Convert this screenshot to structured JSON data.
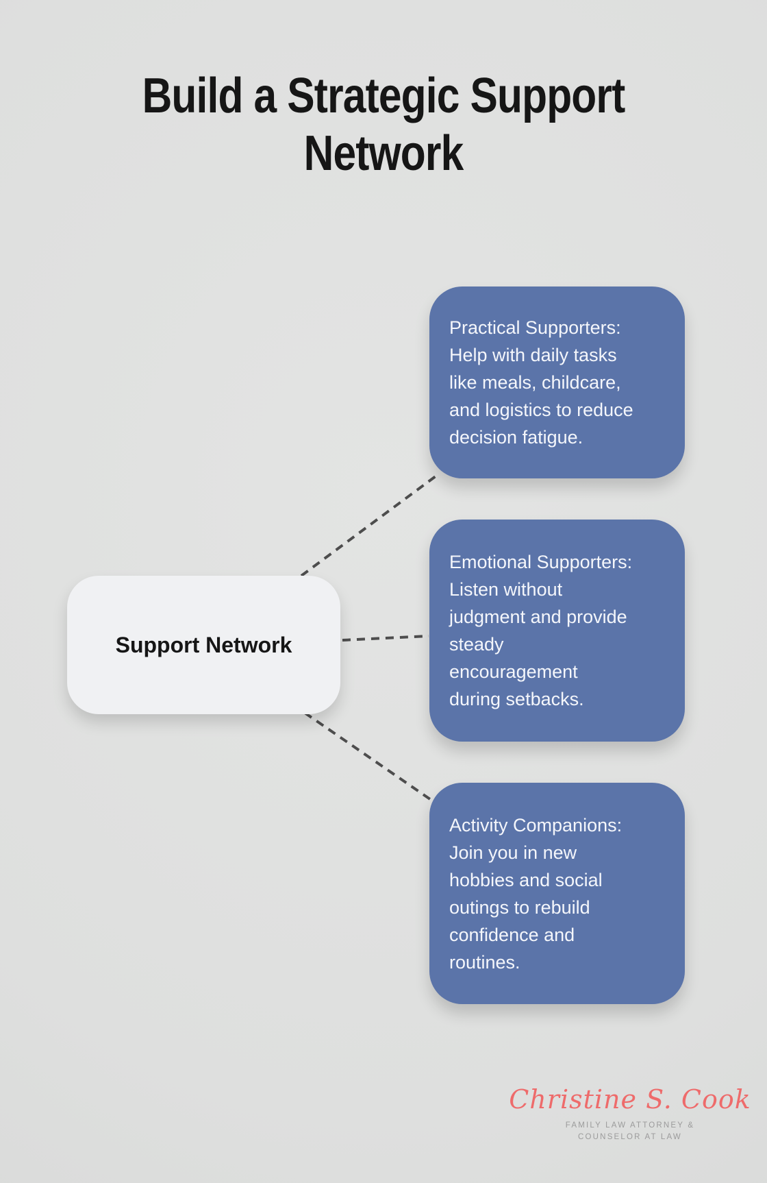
{
  "title": {
    "lines": [
      "Build a Strategic Support",
      "Network"
    ]
  },
  "diagram": {
    "center_node": {
      "label": "Support Network"
    },
    "branches": [
      {
        "name": "practical-supporters",
        "lines": [
          "Practical Supporters:",
          "Help with daily tasks",
          "like meals, childcare,",
          "and logistics to reduce",
          "decision fatigue."
        ]
      },
      {
        "name": "emotional-supporters",
        "lines": [
          "Emotional Supporters:",
          "Listen without",
          "judgment and provide",
          "steady",
          "encouragement",
          "during setbacks."
        ]
      },
      {
        "name": "activity-companions",
        "lines": [
          "Activity Companions:",
          "Join you in new",
          "hobbies and social",
          "outings to rebuild",
          "confidence and",
          "routines."
        ]
      }
    ]
  },
  "footer": {
    "signature": "Christine S. Cook",
    "tagline_lines": [
      "FAMILY LAW ATTORNEY &",
      "COUNSELOR AT LAW"
    ]
  },
  "colors": {
    "background": "#dedfde",
    "branch_box": "#5b74a9",
    "branch_text": "#f4f6fb",
    "center_node_bg": "#f0f1f3",
    "center_node_text": "#161616",
    "connector": "#4d4d4d",
    "title_text": "#161616",
    "signature": "#ee6b6b",
    "tagline": "#9b9b9b"
  }
}
